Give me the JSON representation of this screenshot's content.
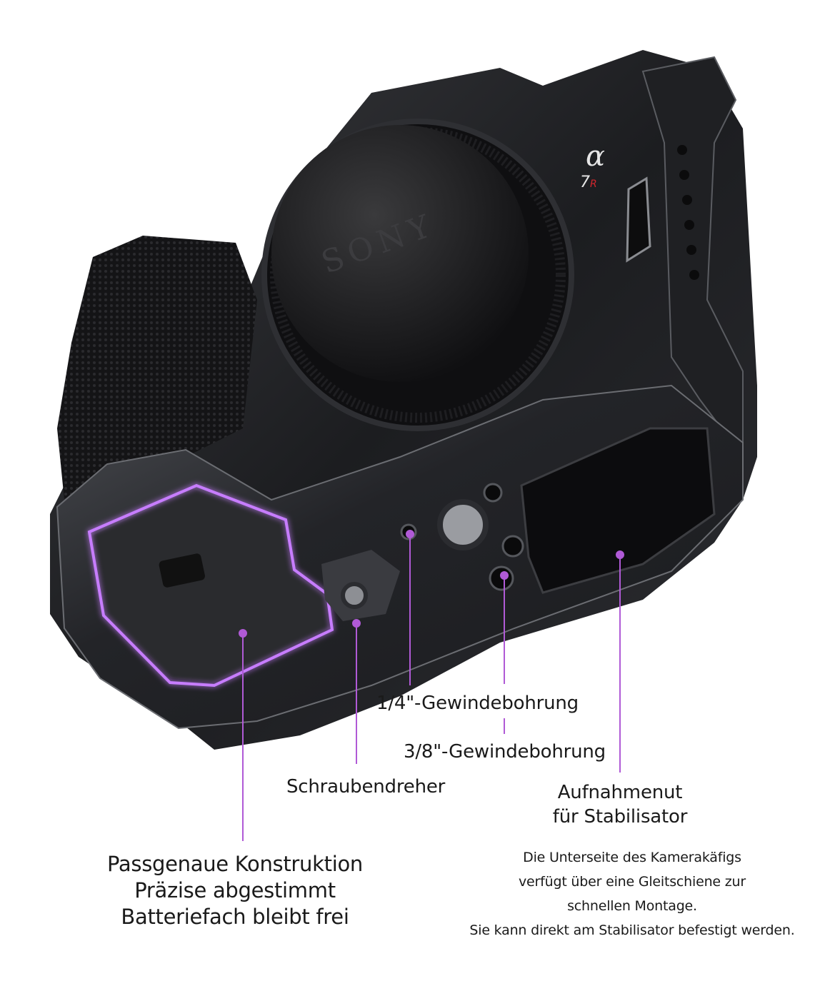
{
  "product": {
    "brand_cap_text": "SONY",
    "model_badge": "7R",
    "model_badge_accent": "R",
    "alpha_mark": "α",
    "colors": {
      "cage": "#2a2b2e",
      "cage_highlight": "#6b6d72",
      "callout": "#b05ad6",
      "outline_glow": "#c77dff",
      "badge_red": "#d1262d"
    }
  },
  "callouts": {
    "quarter_inch": "1/4\"-Gewindebohrung",
    "three_eighth_inch": "3/8\"-Gewindebohrung",
    "screwdriver": "Schraubendreher",
    "stabilizer_groove": [
      "Aufnahmenut",
      "für Stabilisator"
    ],
    "fit": [
      "Passgenaue Konstruktion",
      "Präzise abgestimmt",
      "Batteriefach bleibt frei"
    ]
  },
  "description": [
    "Die Unterseite des Kamerakäfigs",
    "verfügt über eine Gleitschiene zur",
    "schnellen Montage.",
    "Sie kann direkt am Stabilisator befestigt werden."
  ]
}
